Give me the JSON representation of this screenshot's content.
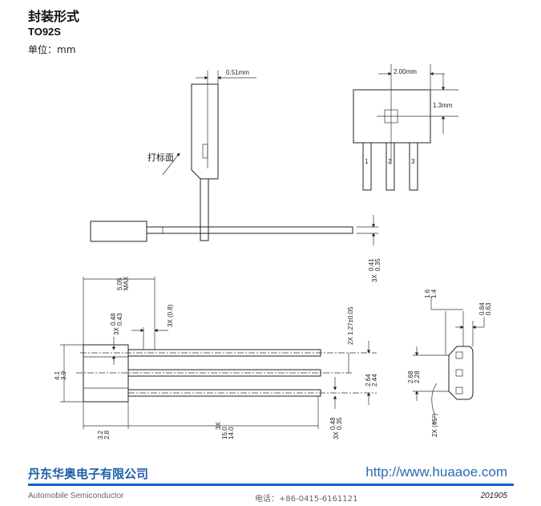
{
  "header": {
    "title": "封装形式",
    "package": "TO92S",
    "unit": "单位：mm"
  },
  "drawing": {
    "side_view": {
      "thickness": "0.51mm",
      "marking_face": "打标面"
    },
    "front_view": {
      "width": "2.00mm",
      "height": "1.3mm",
      "pins": [
        "1",
        "2",
        "3"
      ]
    },
    "long_view": {
      "lead_thk_prefix": "3X",
      "lead_thk_max": "0.41",
      "lead_thk_min": "0.35"
    },
    "top_view": {
      "max_label": "5.05",
      "max_word": "MAX",
      "lead_w_prefix": "3X",
      "lead_w_max": "0.48",
      "lead_w_min": "0.43",
      "shoulder": "3X (0.8)",
      "pitch": "2X 1.27±0.05",
      "span_max": "2.64",
      "span_min": "2.44",
      "body_h_max": "4.1",
      "body_h_min": "3.9",
      "body_l_max": "3.2",
      "body_l_min": "2.8",
      "lead_l_prefix": "3X",
      "lead_l_max": "15.0",
      "lead_l_min": "14.0",
      "tip_prefix": "3X",
      "tip_max": "0.48",
      "tip_min": "0.35"
    },
    "end_view": {
      "a_max": "1.6",
      "a_min": "1.4",
      "b_max": "0.84",
      "b_min": "0.63",
      "c_max": "2.68",
      "c_min": "2.28",
      "angle": "2X (45°)"
    }
  },
  "footer": {
    "company": "丹东华奥电子有限公司",
    "url": "http://www.huaaoe.com",
    "slogan": "Automobile Semiconductor",
    "phone": "电话：+86-0415-6161121",
    "date": "201905",
    "accent": "#0b63c6"
  }
}
